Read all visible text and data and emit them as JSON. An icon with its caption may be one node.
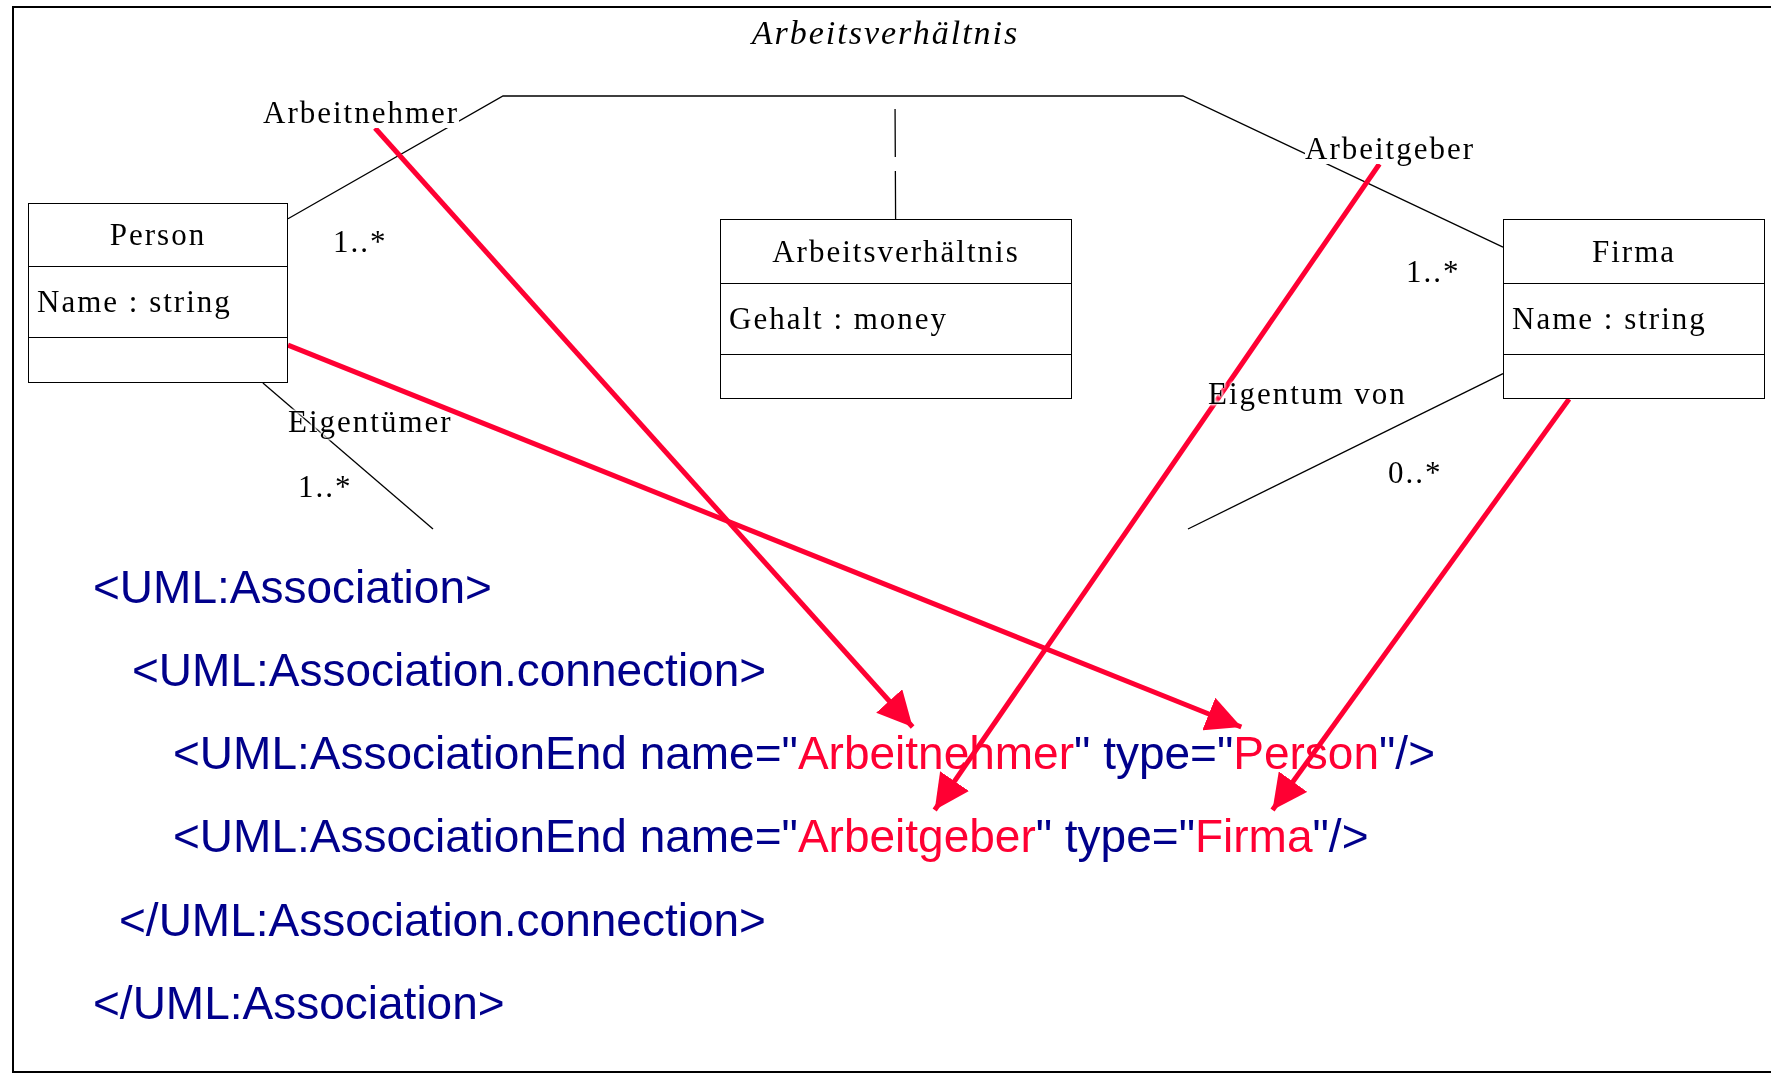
{
  "diagram": {
    "title": "Arbeitsverhältnis",
    "nodes": [
      {
        "text": [
          "Person",
          "Name : string"
        ]
      },
      {
        "text": [
          "Arbeitsverhältnis",
          "Gehalt : money"
        ]
      },
      {
        "text": [
          "Firma",
          "Name : string"
        ]
      },
      {
        "text": [
          "Arbeitnehmer"
        ]
      },
      {
        "text": [
          "Arbeitgeber"
        ]
      },
      {
        "text": [
          "Arbeitnehmer"
        ]
      },
      {
        "text": [
          "Person"
        ]
      },
      {
        "text": [
          "Arbeitgeber"
        ]
      },
      {
        "text": [
          "Firma"
        ]
      }
    ],
    "edges": [
      {
        "from": 0,
        "to": 2,
        "arrow": "none"
      },
      {
        "from": 1,
        "to": null,
        "arrow": "none",
        "style": "dashed"
      },
      {
        "from": 0,
        "to": null,
        "arrow": "none"
      },
      {
        "from": 2,
        "to": null,
        "arrow": "none"
      },
      {
        "from": 3,
        "to": 5,
        "arrow": "to",
        "style": "thick",
        "color": "#ff0033"
      },
      {
        "from": 0,
        "to": 6,
        "arrow": "to",
        "style": "thick",
        "color": "#ff0033"
      },
      {
        "from": 4,
        "to": 7,
        "arrow": "to",
        "style": "thick",
        "color": "#ff0033"
      },
      {
        "from": 2,
        "to": 8,
        "arrow": "to",
        "style": "thick",
        "color": "#ff0033"
      }
    ],
    "labels": [
      "1..*",
      "1..*",
      "Eigentum von",
      "Eigentümer",
      "0..*",
      "1..*",
      "<UML:Association>",
      "<UML:Association.connection>",
      "<UML:AssociationEnd name=\"",
      "\" type=\"",
      "\"/>",
      "<UML:AssociationEnd name=\"",
      "\" type=\"",
      "\"/>",
      "</UML:Association.connection>",
      "</UML:Association>"
    ]
  }
}
